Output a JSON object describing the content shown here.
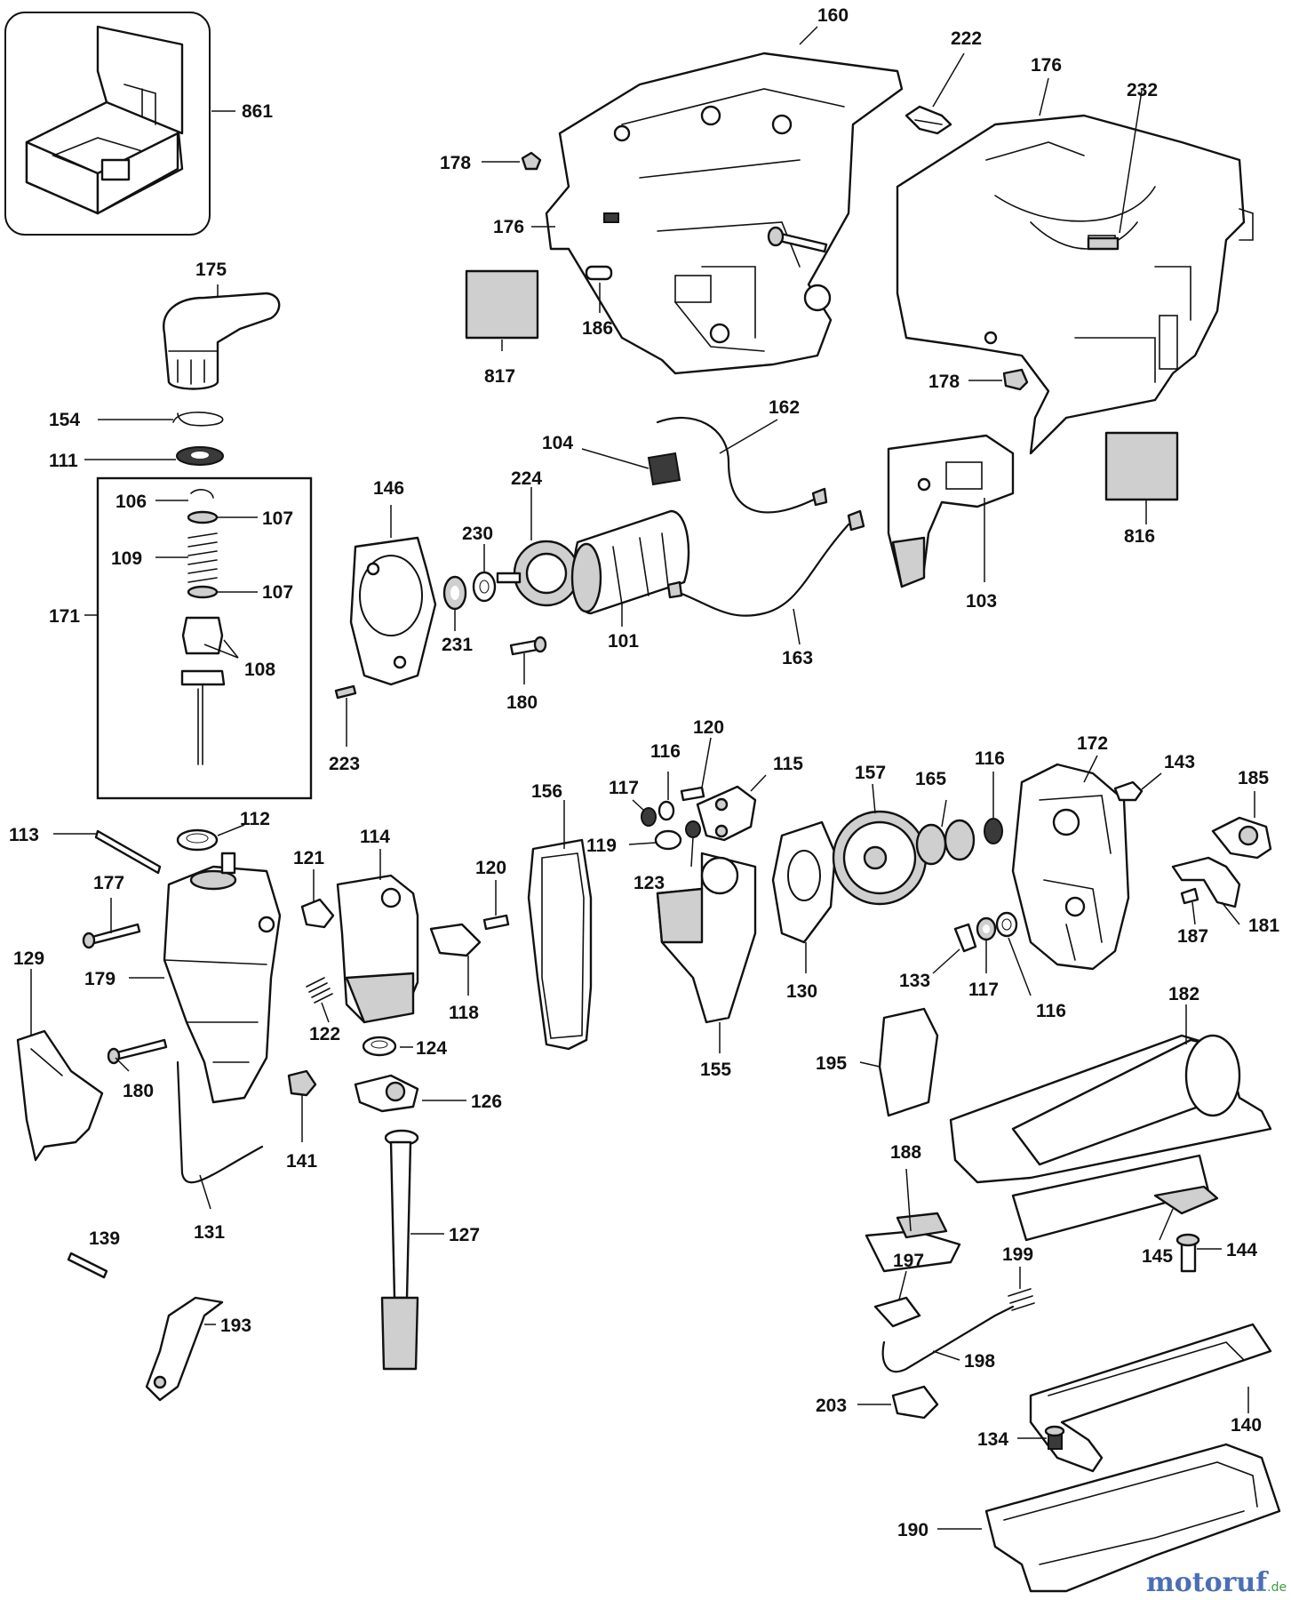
{
  "labels": {
    "l160": "160",
    "l222": "222",
    "l176a": "176",
    "l232": "232",
    "l861": "861",
    "l178a": "178",
    "l176b": "176",
    "l186": "186",
    "l817": "817",
    "l175": "175",
    "l178b": "178",
    "l162": "162",
    "l154": "154",
    "l111": "111",
    "l104": "104",
    "l224": "224",
    "l106": "106",
    "l107a": "107",
    "l146": "146",
    "l230": "230",
    "l109": "109",
    "l107b": "107",
    "l171": "171",
    "l108": "108",
    "l231": "231",
    "l101": "101",
    "l163": "163",
    "l103": "103",
    "l816": "816",
    "l180a": "180",
    "l223": "223",
    "l120a": "120",
    "l116a": "116",
    "l117a": "117",
    "l115": "115",
    "l156": "156",
    "l157": "157",
    "l116b": "116",
    "l172": "172",
    "l143": "143",
    "l185": "185",
    "l112": "112",
    "l113": "113",
    "l119": "119",
    "l165": "165",
    "l121": "121",
    "l114": "114",
    "l123": "123",
    "l120b": "120",
    "l177": "177",
    "l129": "129",
    "l179": "179",
    "l181": "181",
    "l187": "187",
    "l133": "133",
    "l117b": "117",
    "l116c": "116",
    "l130": "130",
    "l118": "118",
    "l122": "122",
    "l182": "182",
    "l124": "124",
    "l155": "155",
    "l195": "195",
    "l180b": "180",
    "l126": "126",
    "l141": "141",
    "l188": "188",
    "l131": "131",
    "l127": "127",
    "l145": "145",
    "l144": "144",
    "l139": "139",
    "l197": "197",
    "l199": "199",
    "l193": "193",
    "l198": "198",
    "l203": "203",
    "l140": "140",
    "l134": "134",
    "l190": "190"
  },
  "watermark": {
    "brand": "motoruf",
    "tld": ".de"
  },
  "colors": {
    "ink": "#111111",
    "brand_blue": "#4a6fb5",
    "brand_green": "#3f9a3f"
  }
}
